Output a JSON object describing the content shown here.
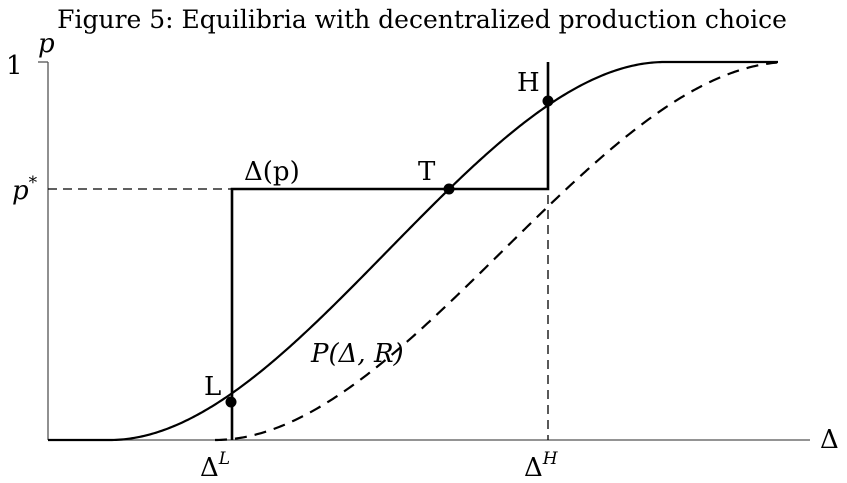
{
  "figure": {
    "title": "Figure 5: Equilibria with decentralized production choice",
    "labels": {
      "p_axis": "p",
      "delta_axis": "Δ",
      "one_tick": "1",
      "p_star_base": "p",
      "p_star_sup": "*",
      "delta_L_base": "Δ",
      "delta_L_sup": "L",
      "delta_H_base": "Δ",
      "delta_H_sup": "H",
      "delta_p_curve": "Δ(p)",
      "P_curve": "P(Δ, R)",
      "point_L": "L",
      "point_T": "T",
      "point_H": "H"
    }
  }
}
